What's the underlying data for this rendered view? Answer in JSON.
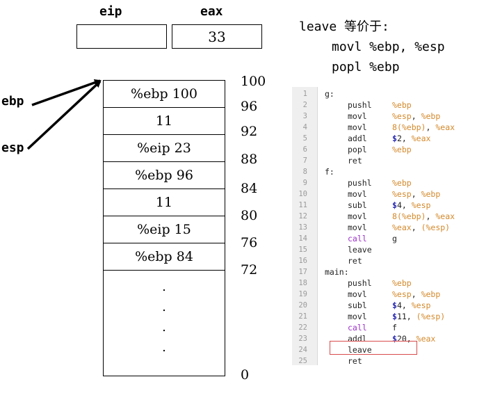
{
  "registers": {
    "eip_label": "eip",
    "eip_value": "",
    "eax_label": "eax",
    "eax_value": "33"
  },
  "pointers": {
    "ebp_label": "ebp",
    "esp_label": "esp"
  },
  "stack": {
    "cells": [
      "%ebp 100",
      "11",
      "%eip 23",
      "%ebp 96",
      "11",
      "%eip 15",
      "%ebp 84"
    ],
    "dots": [
      ".",
      ".",
      ".",
      "."
    ],
    "addresses": [
      "100",
      "96",
      "92",
      "88",
      "84",
      "80",
      "76",
      "72",
      "0"
    ]
  },
  "leave_note": {
    "title": "leave 等价于:",
    "line1": "movl %ebp, %esp",
    "line2": "popl %ebp"
  },
  "code": {
    "lines": [
      {
        "n": "1",
        "label": "g:",
        "op": "",
        "arg": []
      },
      {
        "n": "2",
        "label": "",
        "op": "pushl",
        "arg": [
          [
            "reg",
            "%ebp"
          ]
        ]
      },
      {
        "n": "3",
        "label": "",
        "op": "movl",
        "arg": [
          [
            "reg",
            "%esp"
          ],
          [
            "plain",
            ", "
          ],
          [
            "reg",
            "%ebp"
          ]
        ]
      },
      {
        "n": "4",
        "label": "",
        "op": "movl",
        "arg": [
          [
            "imm",
            "8"
          ],
          [
            "reg",
            "(%ebp)"
          ],
          [
            "plain",
            ", "
          ],
          [
            "reg",
            "%eax"
          ]
        ]
      },
      {
        "n": "5",
        "label": "",
        "op": "addl",
        "arg": [
          [
            "dollar",
            "$"
          ],
          [
            "plain",
            "2"
          ],
          [
            "plain",
            ", "
          ],
          [
            "reg",
            "%eax"
          ]
        ]
      },
      {
        "n": "6",
        "label": "",
        "op": "popl",
        "arg": [
          [
            "reg",
            "%ebp"
          ]
        ]
      },
      {
        "n": "7",
        "label": "",
        "op": "ret",
        "arg": []
      },
      {
        "n": "8",
        "label": "f:",
        "op": "",
        "arg": []
      },
      {
        "n": "9",
        "label": "",
        "op": "pushl",
        "arg": [
          [
            "reg",
            "%ebp"
          ]
        ]
      },
      {
        "n": "10",
        "label": "",
        "op": "movl",
        "arg": [
          [
            "reg",
            "%esp"
          ],
          [
            "plain",
            ", "
          ],
          [
            "reg",
            "%ebp"
          ]
        ]
      },
      {
        "n": "11",
        "label": "",
        "op": "subl",
        "arg": [
          [
            "dollar",
            "$"
          ],
          [
            "plain",
            "4"
          ],
          [
            "plain",
            ", "
          ],
          [
            "reg",
            "%esp"
          ]
        ]
      },
      {
        "n": "12",
        "label": "",
        "op": "movl",
        "arg": [
          [
            "imm",
            "8"
          ],
          [
            "reg",
            "(%ebp)"
          ],
          [
            "plain",
            ", "
          ],
          [
            "reg",
            "%eax"
          ]
        ]
      },
      {
        "n": "13",
        "label": "",
        "op": "movl",
        "arg": [
          [
            "reg",
            "%eax"
          ],
          [
            "plain",
            ", "
          ],
          [
            "reg",
            "(%esp)"
          ]
        ]
      },
      {
        "n": "14",
        "label": "",
        "op": "call",
        "arg": [
          [
            "plain",
            "g"
          ]
        ]
      },
      {
        "n": "15",
        "label": "",
        "op": "leave",
        "arg": []
      },
      {
        "n": "16",
        "label": "",
        "op": "ret",
        "arg": []
      },
      {
        "n": "17",
        "label": "main:",
        "op": "",
        "arg": []
      },
      {
        "n": "18",
        "label": "",
        "op": "pushl",
        "arg": [
          [
            "reg",
            "%ebp"
          ]
        ]
      },
      {
        "n": "19",
        "label": "",
        "op": "movl",
        "arg": [
          [
            "reg",
            "%esp"
          ],
          [
            "plain",
            ", "
          ],
          [
            "reg",
            "%ebp"
          ]
        ]
      },
      {
        "n": "20",
        "label": "",
        "op": "subl",
        "arg": [
          [
            "dollar",
            "$"
          ],
          [
            "plain",
            "4"
          ],
          [
            "plain",
            ", "
          ],
          [
            "reg",
            "%esp"
          ]
        ]
      },
      {
        "n": "21",
        "label": "",
        "op": "movl",
        "arg": [
          [
            "dollar",
            "$"
          ],
          [
            "plain",
            "11"
          ],
          [
            "plain",
            ", "
          ],
          [
            "reg",
            "(%esp)"
          ]
        ]
      },
      {
        "n": "22",
        "label": "",
        "op": "call",
        "arg": [
          [
            "plain",
            "f"
          ]
        ]
      },
      {
        "n": "23",
        "label": "",
        "op": "addl",
        "arg": [
          [
            "dollar",
            "$"
          ],
          [
            "plain",
            "20"
          ],
          [
            "plain",
            ", "
          ],
          [
            "reg",
            "%eax"
          ]
        ]
      },
      {
        "n": "24",
        "label": "",
        "op": "leave",
        "arg": []
      },
      {
        "n": "25",
        "label": "",
        "op": "ret",
        "arg": []
      }
    ],
    "highlighted_line": "24"
  },
  "colors": {
    "highlight": "#d94a4a",
    "call": "#9b30c8",
    "register": "#d4892b",
    "dollar": "#2a2ab0"
  }
}
